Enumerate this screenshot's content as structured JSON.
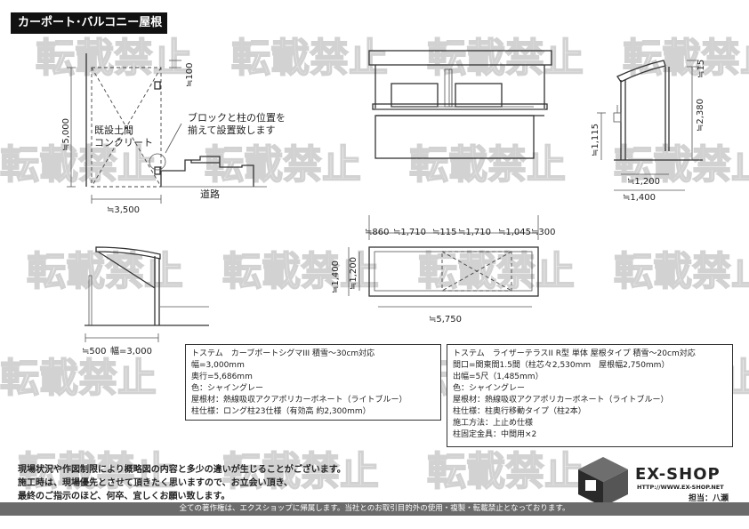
{
  "title": "カーポート･バルコニー屋根",
  "watermark": "転載禁止",
  "side_view": {
    "label_existing": [
      "既設土間",
      "コンクリート"
    ],
    "note": [
      "ブロックと柱の位置を",
      "揃えて設置致します"
    ],
    "road": "道路",
    "dim_height": "≒5,000",
    "dim_width": "≒3,500",
    "dim_top": "≒100"
  },
  "front_view": {
    "dim_h1": "≒1,115",
    "dim_h2": "≒2,380",
    "dim_15": "≒15",
    "dim_w1": "≒1,200",
    "dim_w2": "≒1,400"
  },
  "plan_view": {
    "dims_top": [
      "≒860",
      "≒1,710",
      "≒115",
      "≒1,710",
      "≒1,045",
      "≒300"
    ],
    "dim_left1": "≒1,400",
    "dim_left2": "≒1,200",
    "dim_bottom": "≒5,750"
  },
  "carport_side": {
    "dim": "≒500",
    "width": "幅=3,000"
  },
  "spec1": [
    "トステム　カーブポートシグマIII 積雪～30cm対応",
    "幅=3,000mm",
    "奥行=5,686mm",
    "色：シャイングレー",
    "屋根材：熱線吸収アクアポリカーボネート（ライトブルー）",
    "柱仕様：ロング柱23仕様（有効高 約2,300mm）"
  ],
  "spec2": [
    "トステム　ライザーテラスII R型 単体 屋根タイプ 積雪～20cm対応",
    "間口=関東間1.5間（柱芯々2,530mm　屋根幅2,750mm）",
    "出幅=5尺（1,485mm）",
    "色：シャイングレー",
    "屋根材：熱線吸収アクアポリカーボネート（ライトブルー）",
    "柱仕様：柱奥行移動タイプ（柱2本）",
    "施工方法：上止め仕様",
    "柱固定金具：中間用×2"
  ],
  "notes": [
    "現場状況や作図制限により概略図の内容と多少の違いが生じることがございます。",
    "施工時は、現場優先とさせて頂きたく思いますので、お立会い頂き、",
    "最終のご指示のほど、何卒、宜しくお願い致します。"
  ],
  "footer": "全ての著作権は、エクスショップに帰属します。当社とのお取引目的外の使用・複製・転載禁止となっております。",
  "logo": {
    "name": "EX-SHOP",
    "url": "HTTP://WWW.EX-SHOP.NET",
    "staff": "担当：八瀬"
  }
}
